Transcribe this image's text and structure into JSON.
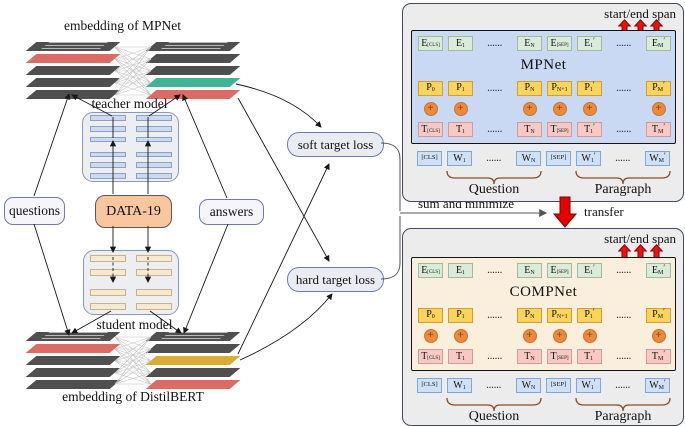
{
  "left": {
    "top_embedding_label": "embedding of MPNet",
    "bottom_embedding_label": "embedding of DistilBERT",
    "teacher_label": "teacher model",
    "student_label": "student model",
    "questions_label": "questions",
    "data_label": "DATA-19",
    "answers_label": "answers",
    "soft_loss_label": "soft target loss",
    "hard_loss_label": "hard target loss",
    "stacks": {
      "top_left": [
        "#4f4f4f",
        "#dd6a63",
        "#4f4f4f",
        "#4f4f4f",
        "#4f4f4f"
      ],
      "top_right": [
        "#4f4f4f",
        "#4f4f4f",
        "#4f4f4f",
        "#3eb596",
        "#dd6a63"
      ],
      "bottom_left": [
        "#4f4f4f",
        "#dd6a63",
        "#4f4f4f",
        "#4f4f4f",
        "#4f4f4f"
      ],
      "bottom_right": [
        "#4f4f4f",
        "#4f4f4f",
        "#ddaa33",
        "#4f4f4f",
        "#dd6a63"
      ]
    }
  },
  "middle": {
    "sum_label": "sum and minimize",
    "transfer_label": "transfer"
  },
  "colors": {
    "red_arrow": "#e60000",
    "red_arrow_outline": "#7a0000",
    "teacher_inner_bg": "#c9d9f3",
    "student_inner_bg": "#faeedd",
    "embedding_dark": "#4f4f4f",
    "embedding_red": "#dd6a63",
    "embedding_teal": "#3eb596",
    "embedding_gold": "#ddaa33",
    "brace_brown": "#8a4b2a"
  },
  "panels": [
    {
      "model": "MPNet",
      "span_label": "start/end span",
      "question_label": "Question",
      "paragraph_label": "Paragraph",
      "plus_symbol": "+",
      "inner_bg": "#c9d9f3",
      "rows": {
        "e": [
          {
            "b": "E",
            "s": "[CLS]"
          },
          {
            "b": "E",
            "s": "1"
          },
          {
            "dots": "......"
          },
          {
            "b": "E",
            "s": "N"
          },
          {
            "b": "E",
            "s": "[SEP]"
          },
          {
            "b": "E",
            "s": "1",
            "p": "′"
          },
          {
            "dots": "......"
          },
          {
            "b": "E",
            "s": "M",
            "p": "′"
          }
        ],
        "p": [
          {
            "b": "P",
            "s": "0"
          },
          {
            "b": "P",
            "s": "1"
          },
          {
            "dots": "......"
          },
          {
            "b": "P",
            "s": "N"
          },
          {
            "b": "P",
            "s": "N+1"
          },
          {
            "b": "P",
            "s": "1",
            "p": "′"
          },
          {
            "dots": "......"
          },
          {
            "b": "P",
            "s": "M",
            "p": "′"
          }
        ],
        "t": [
          {
            "b": "T",
            "s": "[CLS]"
          },
          {
            "b": "T",
            "s": "1"
          },
          {
            "dots": "......"
          },
          {
            "b": "T",
            "s": "N"
          },
          {
            "b": "T",
            "s": "[SEP]"
          },
          {
            "b": "T",
            "s": "1",
            "p": "′"
          },
          {
            "dots": "......"
          },
          {
            "b": "T",
            "s": "M",
            "p": "′"
          }
        ],
        "w": [
          {
            "b": "[CLS]"
          },
          {
            "b": "W",
            "s": "1"
          },
          {
            "dots": "......"
          },
          {
            "b": "W",
            "s": "N"
          },
          {
            "b": "[SEP]"
          },
          {
            "b": "W",
            "s": "1",
            "p": "′"
          },
          {
            "dots": "......"
          },
          {
            "b": "W",
            "s": "M",
            "p": "′"
          }
        ]
      }
    },
    {
      "model": "COMPNet",
      "span_label": "start/end span",
      "question_label": "Question",
      "paragraph_label": "Paragraph",
      "plus_symbol": "+",
      "inner_bg": "#faeedd",
      "rows": {
        "e": [
          {
            "b": "E",
            "s": "[CLS]"
          },
          {
            "b": "E",
            "s": "1"
          },
          {
            "dots": "......"
          },
          {
            "b": "E",
            "s": "N"
          },
          {
            "b": "E",
            "s": "[SEP]"
          },
          {
            "b": "E",
            "s": "1",
            "p": "′"
          },
          {
            "dots": "......"
          },
          {
            "b": "E",
            "s": "M",
            "p": "′"
          }
        ],
        "p": [
          {
            "b": "P",
            "s": "0"
          },
          {
            "b": "P",
            "s": "1"
          },
          {
            "dots": "......"
          },
          {
            "b": "P",
            "s": "N"
          },
          {
            "b": "P",
            "s": "N+1"
          },
          {
            "b": "P",
            "s": "1",
            "p": "′"
          },
          {
            "dots": "......"
          },
          {
            "b": "P",
            "s": "M",
            "p": "′"
          }
        ],
        "t": [
          {
            "b": "T",
            "s": "[CLS]"
          },
          {
            "b": "T",
            "s": "1"
          },
          {
            "dots": "......"
          },
          {
            "b": "T",
            "s": "N"
          },
          {
            "b": "T",
            "s": "[SEP]"
          },
          {
            "b": "T",
            "s": "1",
            "p": "′"
          },
          {
            "dots": "......"
          },
          {
            "b": "T",
            "s": "M",
            "p": "′"
          }
        ],
        "w": [
          {
            "b": "[CLS]"
          },
          {
            "b": "W",
            "s": "1"
          },
          {
            "dots": "......"
          },
          {
            "b": "W",
            "s": "N"
          },
          {
            "b": "[SEP]"
          },
          {
            "b": "W",
            "s": "1",
            "p": "′"
          },
          {
            "dots": "......"
          },
          {
            "b": "W",
            "s": "M",
            "p": "′"
          }
        ]
      }
    }
  ]
}
